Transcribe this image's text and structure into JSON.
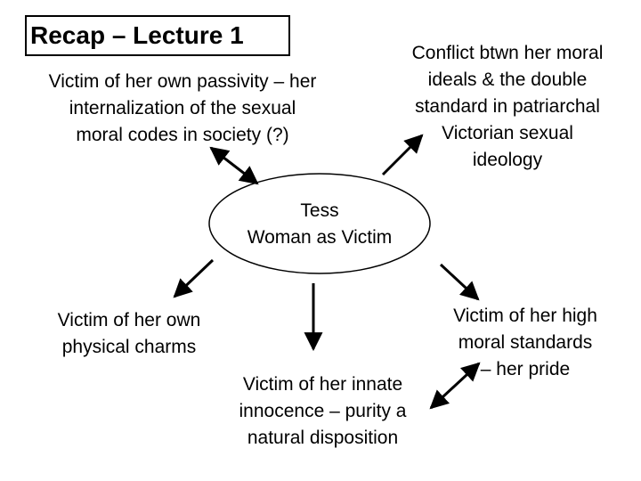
{
  "title": "Recap – Lecture 1",
  "center": {
    "line1": "Tess",
    "line2": "Woman as Victim"
  },
  "nodes": {
    "top_left": "Victim of her own passivity – her\ninternalization of the sexual\nmoral codes in society (?)",
    "top_right": "Conflict btwn her moral\nideals & the double\nstandard in patriarchal\nVictorian sexual\nideology",
    "bottom_left": "Victim of her own\nphysical charms",
    "bottom_center": "Victim of her innate\ninnocence – purity a\nnatural disposition",
    "bottom_right": "Victim of her high\nmoral standards\n– her pride"
  }
}
